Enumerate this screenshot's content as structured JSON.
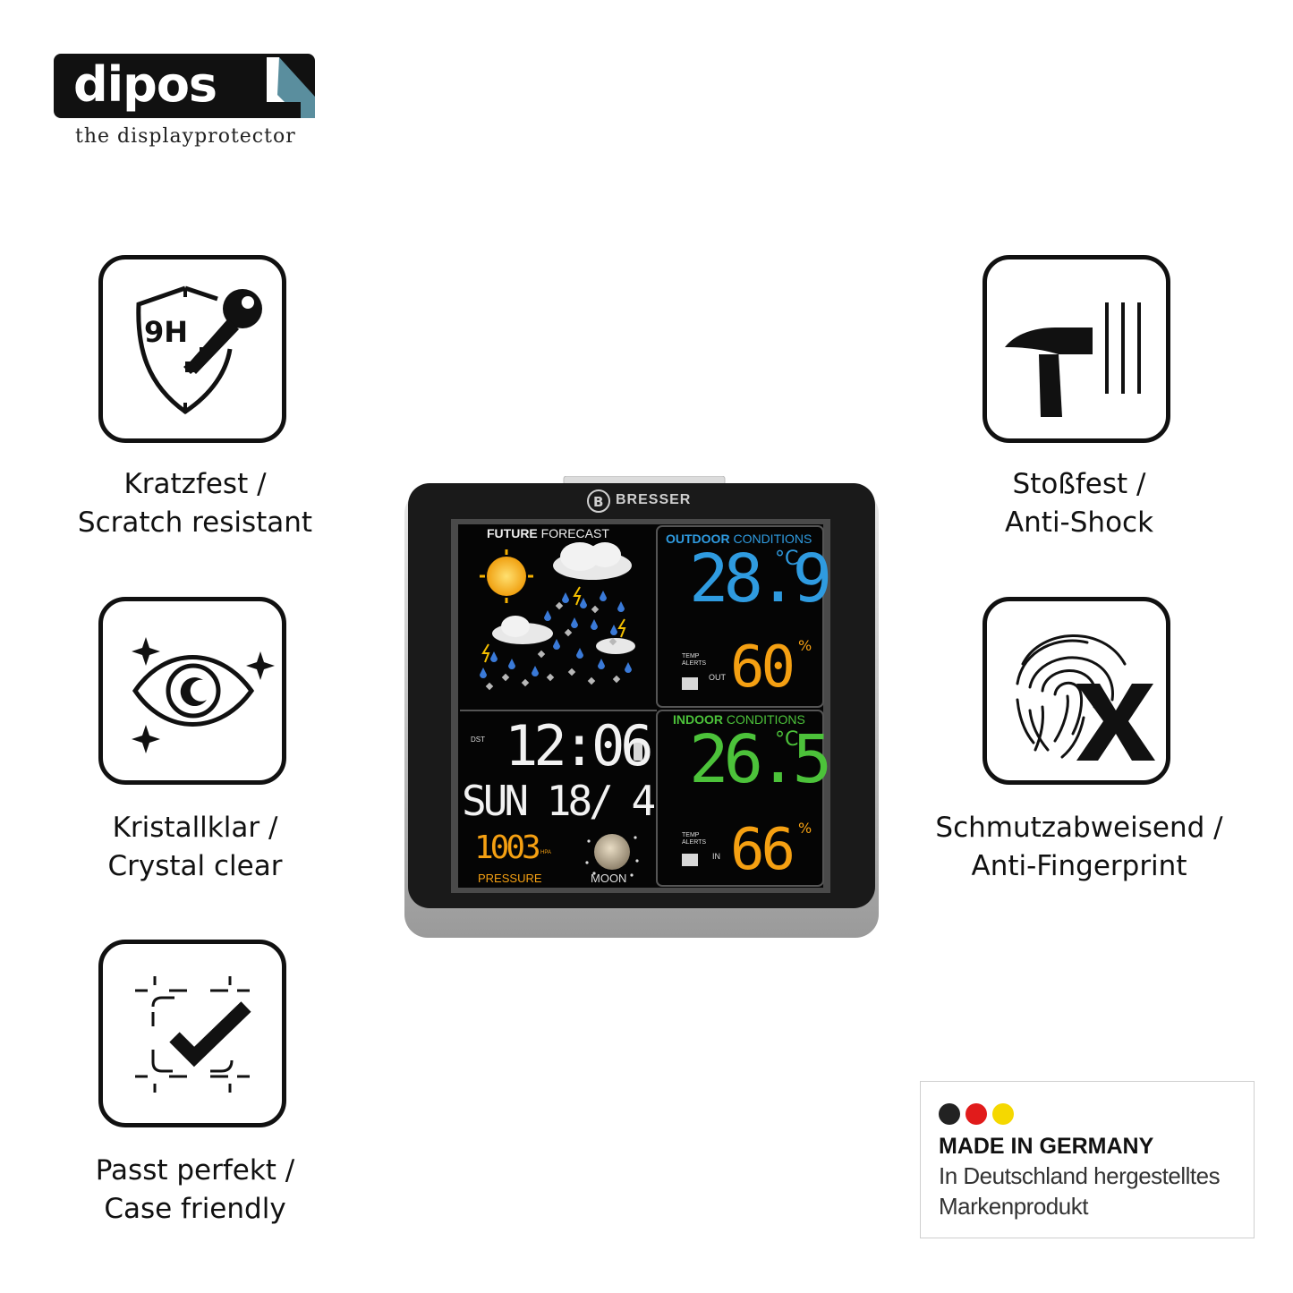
{
  "brand": {
    "name": "dipos",
    "tagline": "the displayprotector"
  },
  "features": [
    {
      "icon": "shield-key-icon",
      "de": "Kratzfest /",
      "en": "Scratch resistant",
      "badge": "9H"
    },
    {
      "icon": "eye-sparkle-icon",
      "de": "Kristallklar /",
      "en": "Crystal clear"
    },
    {
      "icon": "frame-check-icon",
      "de": "Passt perfekt /",
      "en": "Case friendly"
    },
    {
      "icon": "hammer-icon",
      "de": "Stoßfest /",
      "en": "Anti-Shock"
    },
    {
      "icon": "fingerprint-x-icon",
      "de": "Schmutzabweisend /",
      "en": "Anti-Fingerprint"
    }
  ],
  "device": {
    "brand": "BRESSER",
    "forecast_label_bold": "FUTURE",
    "forecast_label": "FORECAST",
    "outdoor_label_bold": "OUTDOOR",
    "outdoor_label": "CONDITIONS",
    "outdoor_temp": "28.9",
    "outdoor_humidity": "60",
    "indoor_label_bold": "INDOOR",
    "indoor_label": "CONDITIONS",
    "indoor_temp": "26.5",
    "indoor_humidity": "66",
    "temp_unit": "°C",
    "humidity_unit": "%",
    "time": "12:06",
    "date": "SUN 18/ 4",
    "pressure": "1003",
    "pressure_unit": "HPA",
    "pressure_label": "PRESSURE",
    "moon_label": "MOON",
    "dst_label": "DST",
    "out_label": "OUT",
    "in_label": "IN",
    "alerts_label": "TEMP ALERTS",
    "colors": {
      "outdoor": "#2f9be0",
      "indoor": "#4cc23a",
      "humidity": "#f5a012"
    }
  },
  "made_in": {
    "title": "MADE IN GERMANY",
    "line1": "In Deutschland hergestelltes",
    "line2": "Markenprodukt",
    "flag_colors": [
      "#222222",
      "#e11b1b",
      "#f5d800"
    ]
  }
}
